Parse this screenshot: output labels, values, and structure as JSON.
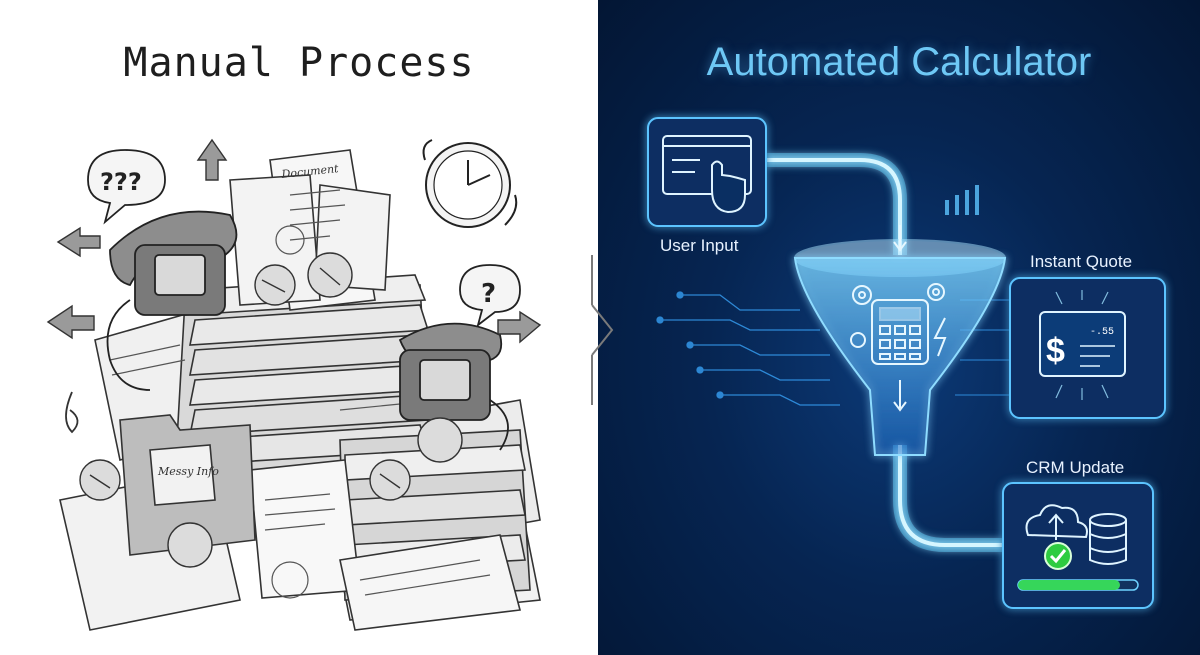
{
  "manual": {
    "title": "Manual Process",
    "document_header": "Document",
    "folder_note": "Messy Info",
    "question_marks_1": "???",
    "question_marks_2": "?"
  },
  "automated": {
    "title": "Automated Calculator",
    "user_input_label": "User Input",
    "instant_quote_label": "Instant Quote",
    "crm_update_label": "CRM Update",
    "quote_currency_symbol": "$",
    "quote_value": "-.55"
  },
  "colors": {
    "accent_blue": "#6ec8f5",
    "glow_cyan": "#4fd2ff",
    "success_green": "#2ecc40",
    "sketch_gray": "#8a8a8a"
  }
}
